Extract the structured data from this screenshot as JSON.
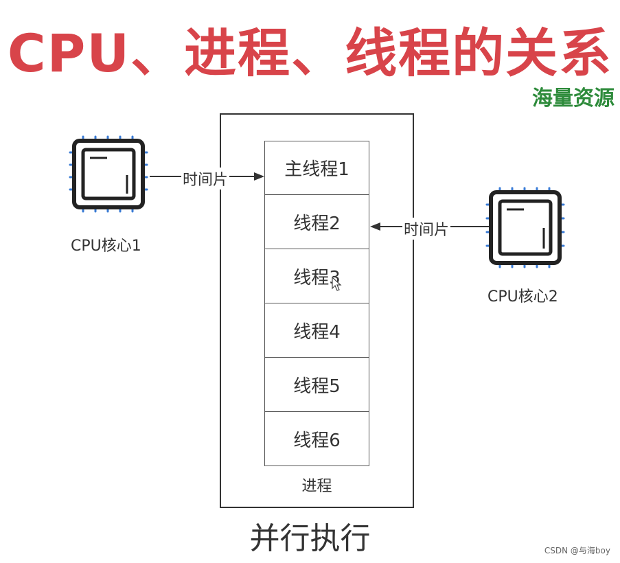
{
  "title": "CPU、进程、线程的关系",
  "tag": "海量资源",
  "threads": [
    "主线程1",
    "线程2",
    "线程3",
    "线程4",
    "线程5",
    "线程6"
  ],
  "process_label": "进程",
  "cpu1": {
    "label": "CPU核心1",
    "arrow_label": "时间片"
  },
  "cpu2": {
    "label": "CPU核心2",
    "arrow_label": "时间片"
  },
  "footer_label": "并行执行",
  "credit": "CSDN @与海boy",
  "colors": {
    "title": "#d8444a",
    "tag": "#2e8b3b",
    "pin": "#3a7bd5",
    "chip": "#222222"
  },
  "icons": [
    "cpu-chip-icon",
    "arrow-right-icon",
    "arrow-left-icon",
    "mouse-cursor-icon"
  ]
}
